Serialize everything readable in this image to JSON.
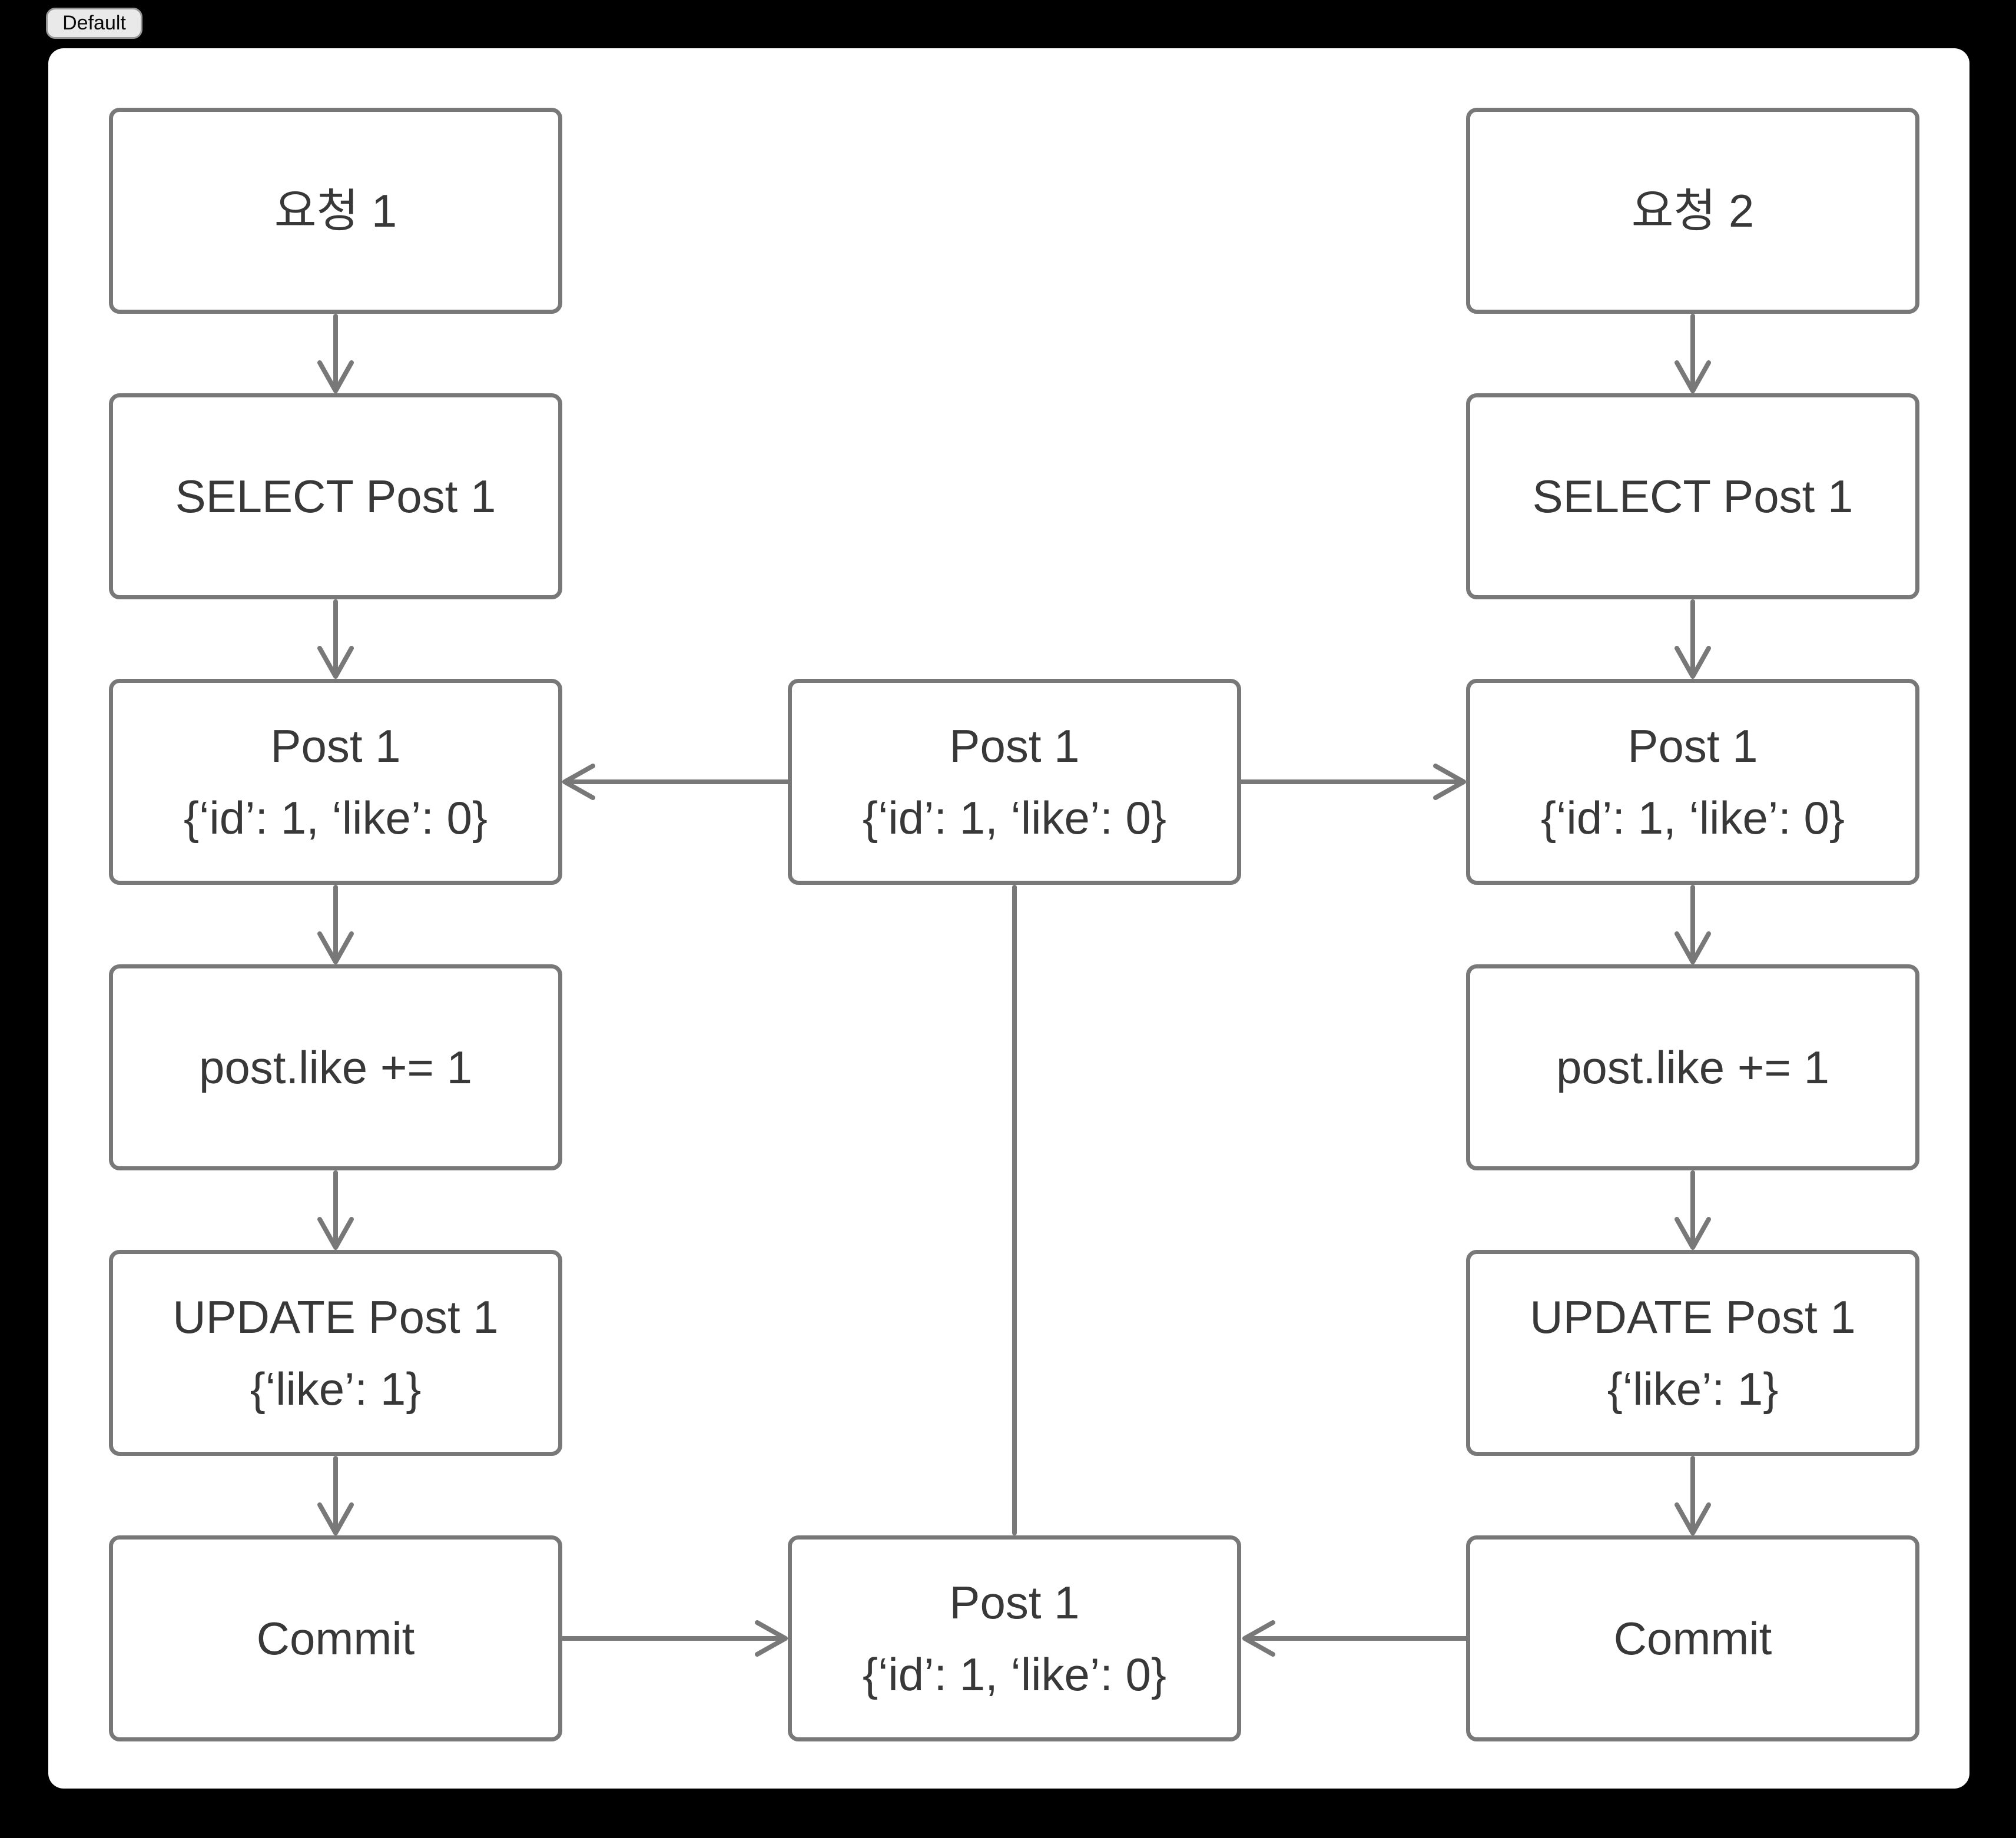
{
  "badge": {
    "label": "Default"
  },
  "theme": {
    "page_background": "#000000",
    "canvas_background": "#ffffff",
    "stroke_color": "#787878",
    "text_color": "#383838",
    "chip_background": "#e9e9e9"
  },
  "diagram": {
    "request1_flow": {
      "request": {
        "lines": [
          "요청 1"
        ]
      },
      "select": {
        "lines": [
          "SELECT Post 1"
        ]
      },
      "read": {
        "lines": [
          "Post 1",
          "{‘id’: 1, ‘like’: 0}"
        ]
      },
      "increment": {
        "lines": [
          "post.like += 1"
        ]
      },
      "update": {
        "lines": [
          "UPDATE Post 1",
          "{‘like’: 1}"
        ]
      },
      "commit": {
        "lines": [
          "Commit"
        ]
      }
    },
    "request2_flow": {
      "request": {
        "lines": [
          "요청 2"
        ]
      },
      "select": {
        "lines": [
          "SELECT Post 1"
        ]
      },
      "read": {
        "lines": [
          "Post 1",
          "{‘id’: 1, ‘like’: 0}"
        ]
      },
      "increment": {
        "lines": [
          "post.like += 1"
        ]
      },
      "update": {
        "lines": [
          "UPDATE Post 1",
          "{‘like’: 1}"
        ]
      },
      "commit": {
        "lines": [
          "Commit"
        ]
      }
    },
    "database_state": {
      "initial": {
        "lines": [
          "Post 1",
          "{‘id’: 1, ‘like’: 0}"
        ]
      },
      "final": {
        "lines": [
          "Post 1",
          "{‘id’: 1, ‘like’: 0}"
        ]
      }
    }
  }
}
